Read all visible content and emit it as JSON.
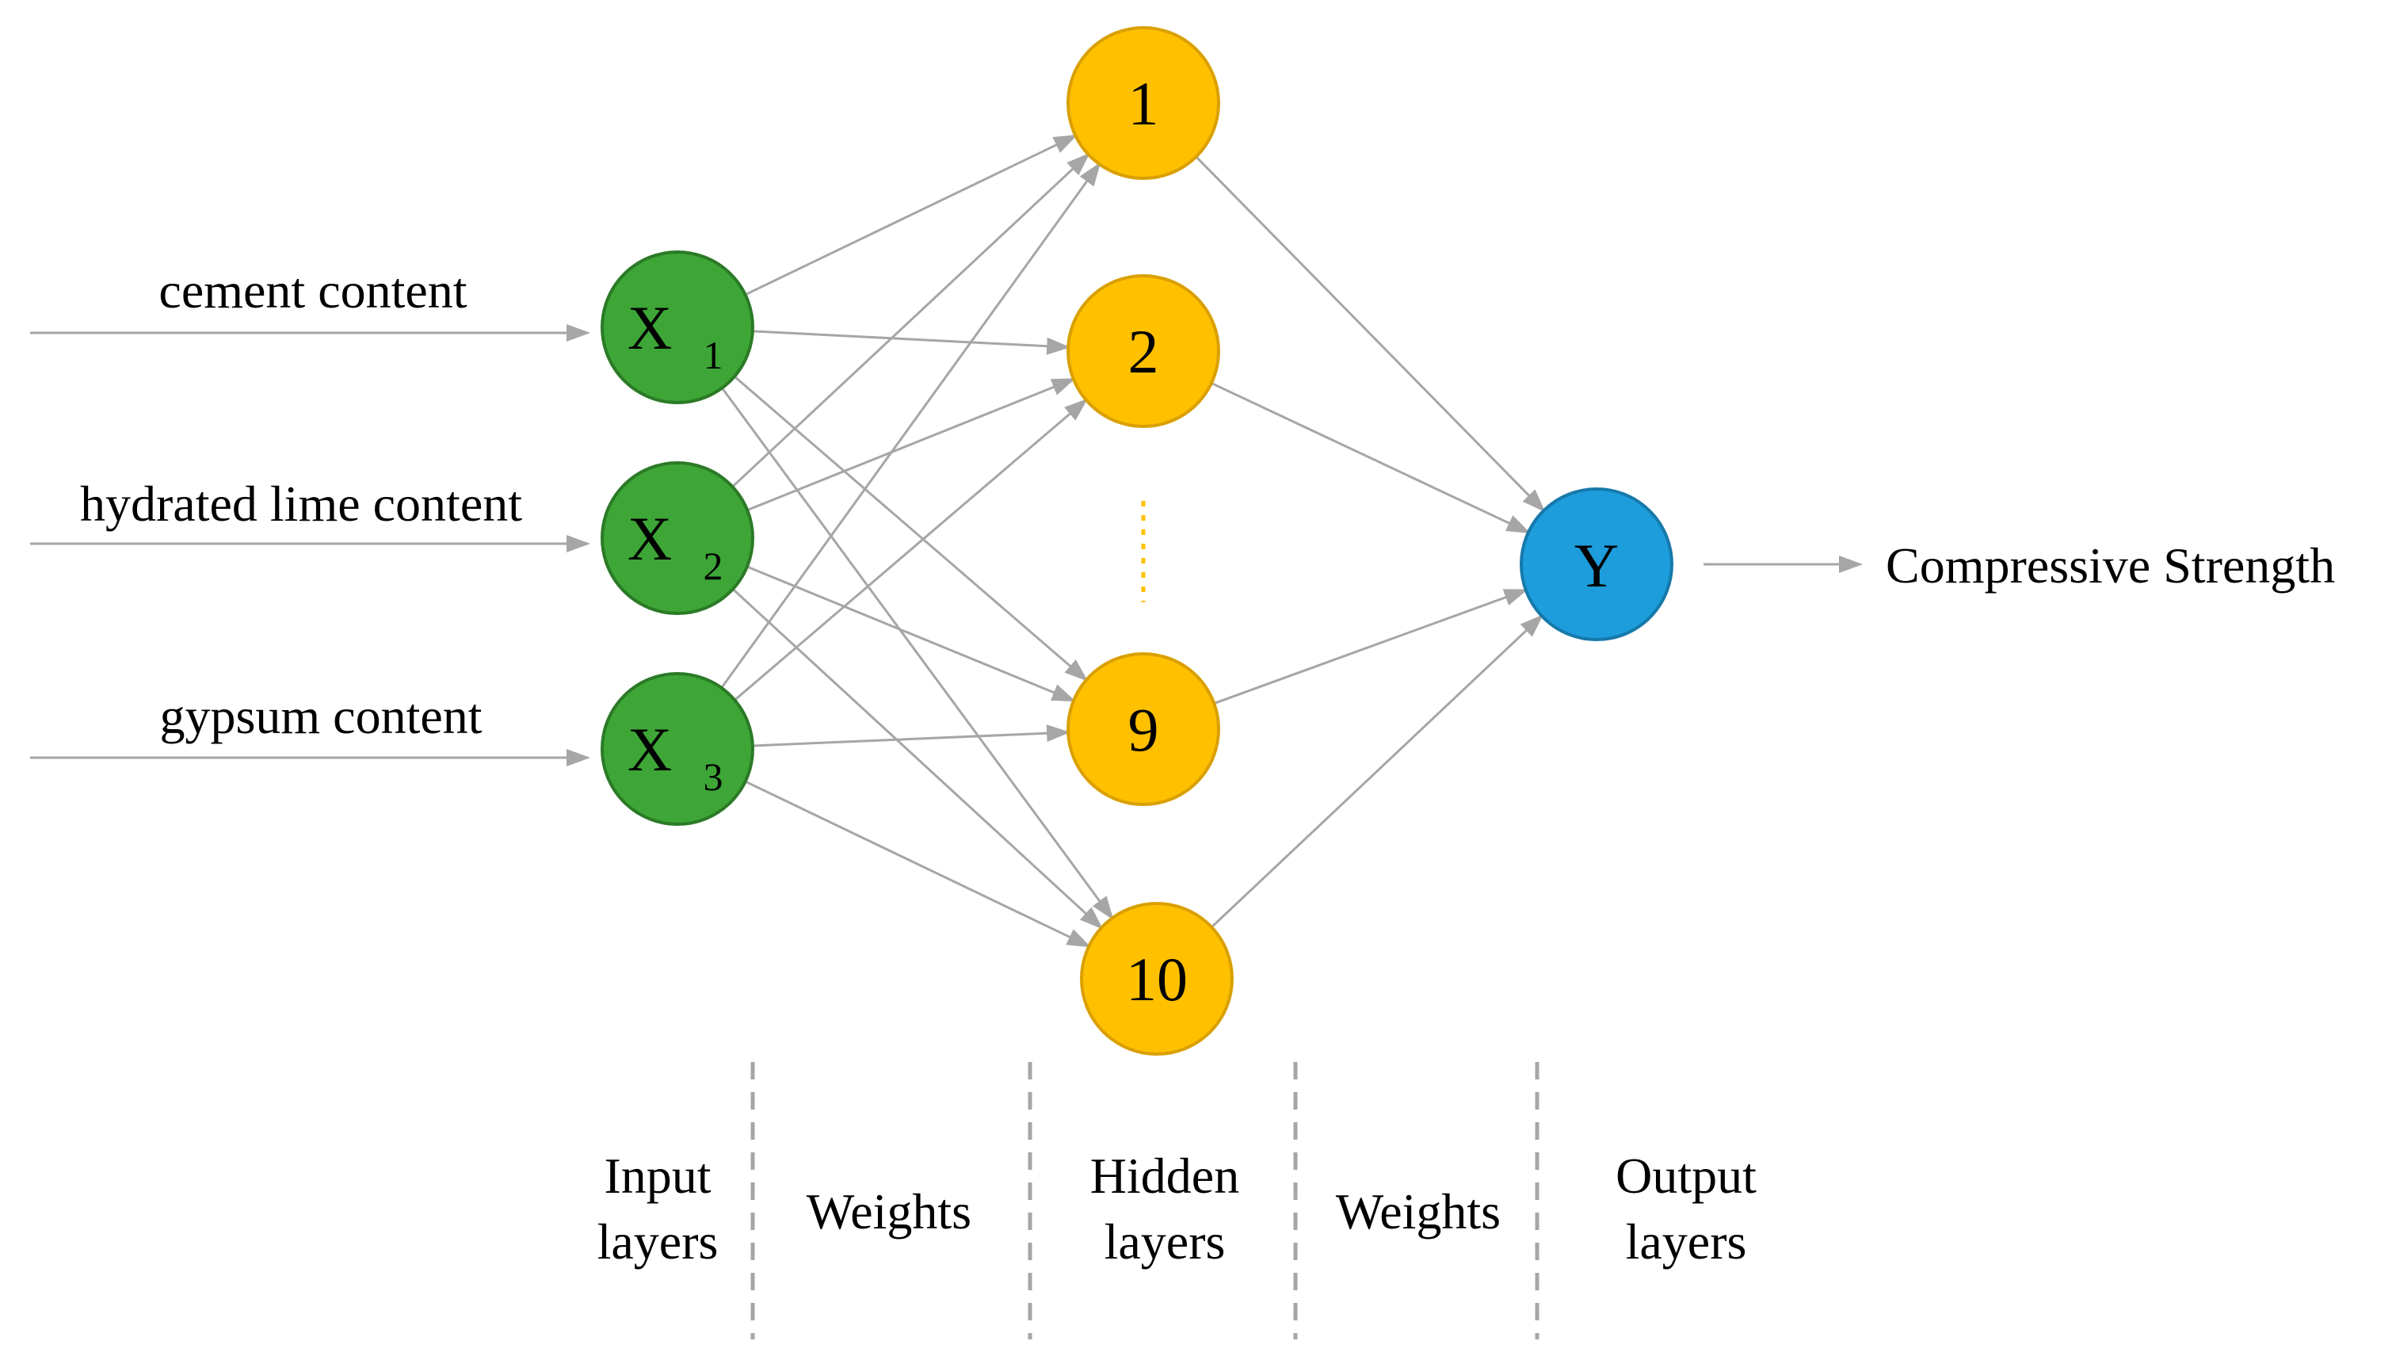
{
  "inputs": [
    {
      "label": "cement content",
      "node": "X",
      "sub": "1"
    },
    {
      "label": "hydrated lime content",
      "node": "X",
      "sub": "2"
    },
    {
      "label": "gypsum content",
      "node": "X",
      "sub": "3"
    }
  ],
  "hidden": [
    {
      "label": "1"
    },
    {
      "label": "2"
    },
    {
      "label": "9"
    },
    {
      "label": "10"
    }
  ],
  "output": {
    "node": "Y",
    "label": "Compressive Strength"
  },
  "layers": [
    {
      "line1": "Input",
      "line2": "layers"
    },
    {
      "line1": "Weights"
    },
    {
      "line1": "Hidden",
      "line2": "layers"
    },
    {
      "line1": "Weights"
    },
    {
      "line1": "Output",
      "line2": "layers"
    }
  ],
  "colors": {
    "input_fill": "#3da637",
    "input_stroke": "#2b7a26",
    "hidden_fill": "#ffc000",
    "hidden_stroke": "#d9a000",
    "output_fill": "#1d9ddb",
    "output_stroke": "#1679ab",
    "edge": "#a6a6a6",
    "dots": "#ffc000"
  }
}
